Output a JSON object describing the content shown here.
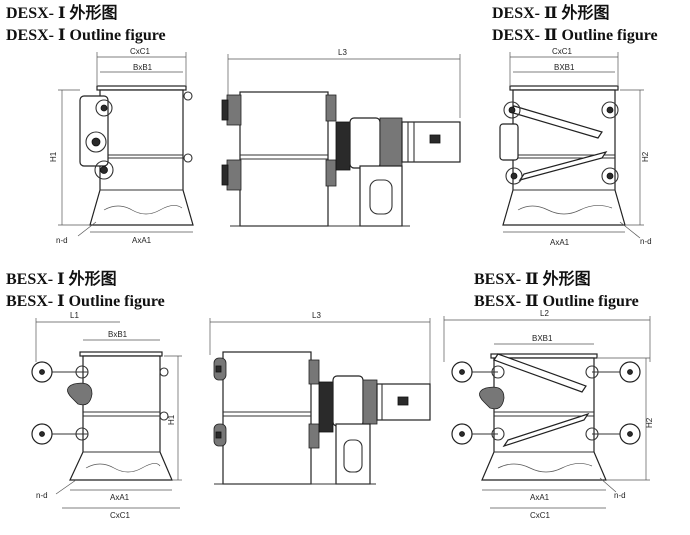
{
  "panels": {
    "desx1": {
      "title_cn": "DESX- Ⅰ 外形图",
      "title_en": "DESX- Ⅰ  Outline figure",
      "dims": {
        "top": "CxC1",
        "inner_top": "BxB1",
        "height": "H1",
        "bottom": "AxA1",
        "hole": "n-d"
      },
      "side_dim": "L3"
    },
    "desx2": {
      "title_cn": "DESX- Ⅱ 外形图",
      "title_en": "DESX- Ⅱ  Outline figure",
      "dims": {
        "top": "CxC1",
        "inner_top": "BXB1",
        "height": "H2",
        "bottom": "AxA1",
        "hole": "n-d"
      }
    },
    "besx1": {
      "title_cn": "BESX- Ⅰ 外形图",
      "title_en": "BESX- Ⅰ Outline figure",
      "dims": {
        "left": "L1",
        "inner_top": "BxB1",
        "height": "H1",
        "bottom": "AxA1",
        "bottom2": "CxC1",
        "hole": "n-d"
      },
      "side_dim": "L3"
    },
    "besx2": {
      "title_cn": "BESX- Ⅱ 外形图",
      "title_en": "BESX- Ⅱ Outline figure",
      "dims": {
        "left": "L2",
        "inner_top": "BXB1",
        "height": "H2",
        "bottom": "AxA1",
        "bottom2": "CxC1",
        "hole": "n-d"
      }
    }
  }
}
